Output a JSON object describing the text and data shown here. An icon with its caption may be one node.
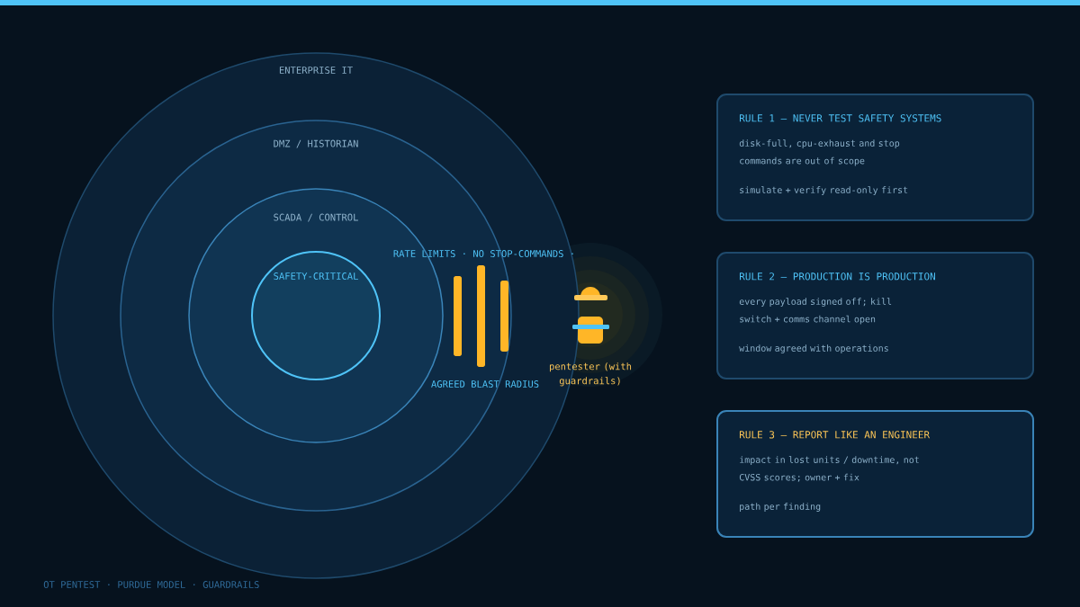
{
  "diagram": {
    "nodes": [
      {
        "text": [
          "ENTERPRISE IT"
        ]
      },
      {
        "text": [
          "DMZ / HISTORIAN"
        ],
        "in": 0
      },
      {
        "text": [
          "SCADA / CONTROL"
        ],
        "in": 1
      },
      {
        "text": [
          "SAFETY-CRITICAL"
        ],
        "in": 2
      },
      {
        "text": [
          "pentester (with guardrails)"
        ]
      },
      {
        "text": [
          "RULE 1 — NEVER TEST SAFETY SYSTEMS",
          "disk-full, cpu-exhaust and stop commands are out of scope",
          "simulate + verify read-only first"
        ]
      },
      {
        "text": [
          "RULE 2 — PRODUCTION IS PRODUCTION",
          "every payload signed off; kill switch + comms channel open",
          "window agreed with operations"
        ]
      },
      {
        "text": [
          "RULE 3 — REPORT LIKE AN ENGINEER",
          "impact in lost units / downtime, not CVSS scores; owner + fix",
          "path per finding"
        ]
      }
    ],
    "labels": [
      "RATE LIMITS · NO STOP-COMMANDS ·",
      "AGREED BLAST RADIUS",
      "OT PENTEST · PURDUE MODEL · GUARDRAILS"
    ]
  }
}
